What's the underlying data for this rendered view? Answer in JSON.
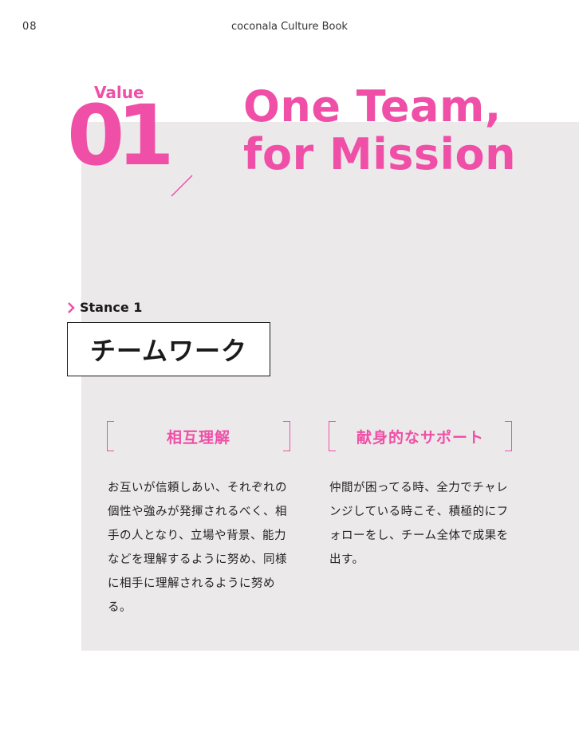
{
  "header": {
    "page_number": "08",
    "book_title": "coconala Culture Book"
  },
  "value": {
    "label": "Value",
    "number": "01",
    "headline_line1": "One Team,",
    "headline_line2": "for Mission"
  },
  "stance": {
    "label": "Stance 1",
    "title": "チームワーク"
  },
  "columns": [
    {
      "heading": "相互理解",
      "body": "お互いが信頼しあい、それぞれの個性や強みが発揮されるべく、相手の人となり、立場や背景、能力などを理解するように努め、同様に相手に理解されるように努める。"
    },
    {
      "heading": "献身的なサポート",
      "body": "仲間が困ってる時、全力でチャレンジしている時こそ、積極的にフォローをし、チーム全体で成果を出す。"
    }
  ],
  "colors": {
    "accent": "#ef4fa6",
    "panel": "#ece9ea",
    "text": "#1a1a1a"
  }
}
